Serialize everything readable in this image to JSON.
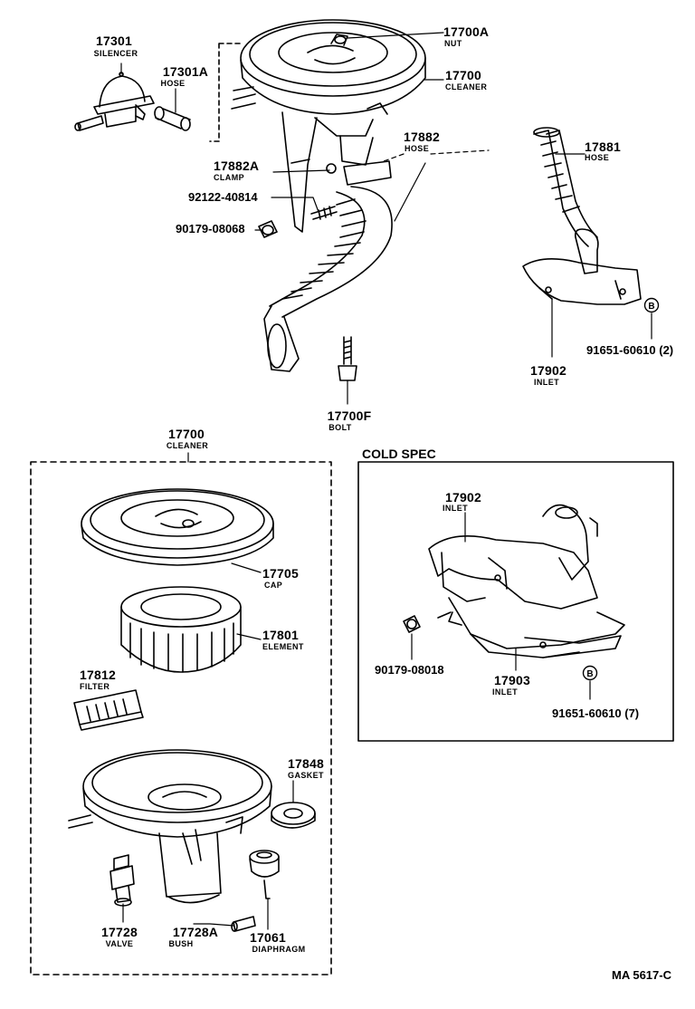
{
  "diagram_code": "MA  5617-C",
  "cold_spec_title": "COLD SPEC",
  "parts": {
    "p17301": {
      "number": "17301",
      "name": "SILENCER"
    },
    "p17301a": {
      "number": "17301A",
      "name": "HOSE"
    },
    "p17700a": {
      "number": "17700A",
      "name": "NUT"
    },
    "p17700": {
      "number": "17700",
      "name": "CLEANER"
    },
    "p17882": {
      "number": "17882",
      "name": "HOSE"
    },
    "p17882a": {
      "number": "17882A",
      "name": "CLAMP"
    },
    "p92122": {
      "number": "92122-40814"
    },
    "p90179a": {
      "number": "90179-08068"
    },
    "p17881": {
      "number": "17881",
      "name": "HOSE"
    },
    "p91651a": {
      "number": "91651-60610 (2)"
    },
    "p17902": {
      "number": "17902",
      "name": "INLET"
    },
    "p17700f": {
      "number": "17700F",
      "name": "BOLT"
    },
    "p17700b": {
      "number": "17700",
      "name": "CLEANER"
    },
    "p17705": {
      "number": "17705",
      "name": "CAP"
    },
    "p17801": {
      "number": "17801",
      "name": "ELEMENT"
    },
    "p17812": {
      "number": "17812",
      "name": "FILTER"
    },
    "p17848": {
      "number": "17848",
      "name": "GASKET"
    },
    "p17728": {
      "number": "17728",
      "name": "VALVE"
    },
    "p17728a": {
      "number": "17728A",
      "name": "BUSH"
    },
    "p17061": {
      "number": "17061",
      "name": "DIAPHRAGM"
    },
    "p17902b": {
      "number": "17902",
      "name": "INLET"
    },
    "p90179b": {
      "number": "90179-08018"
    },
    "p17903": {
      "number": "17903",
      "name": "INLET"
    },
    "p91651b": {
      "number": "91651-60610 (7)"
    }
  },
  "markers": {
    "b1": "B",
    "b2": "B"
  }
}
